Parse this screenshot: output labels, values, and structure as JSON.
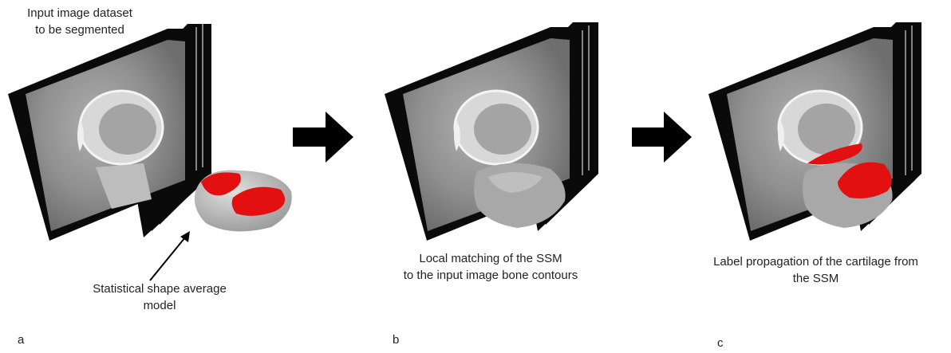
{
  "panels": [
    {
      "letter": "a",
      "captions": {
        "input": "Input image dataset\nto be segmented",
        "ssm": "Statistical shape average\nmodel"
      }
    },
    {
      "letter": "b",
      "captions": {
        "step": "Local matching of the SSM\nto the input image bone contours"
      }
    },
    {
      "letter": "c",
      "captions": {
        "step": "Label propagation of the cartilage from\nthe SSM"
      }
    }
  ],
  "colors": {
    "background": "#ffffff",
    "slice_stack": "#0a0a0a",
    "ct_gray": "#8d8d8d",
    "bone": "#c9c9c9",
    "cartilage": "#e21010",
    "arrow": "#000000"
  },
  "icons": [
    "ct-slice-stack",
    "bone-model",
    "right-arrow",
    "pointer-arrow"
  ]
}
